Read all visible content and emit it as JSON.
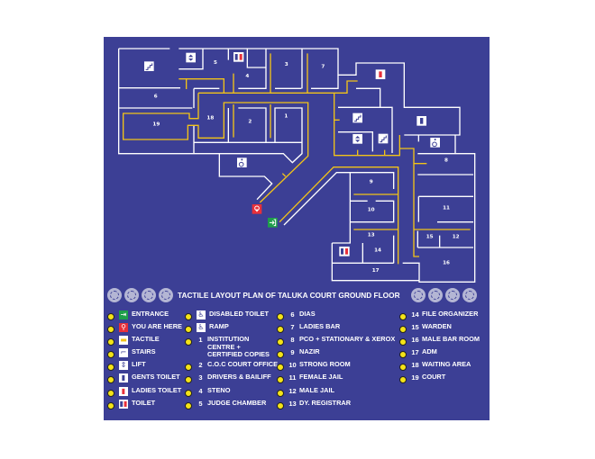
{
  "title": "TACTILE LAYOUT PLAN OF TALUKA COURT GROUND FLOOR",
  "colors": {
    "background": "#3c3f95",
    "tactile": "#f2c318",
    "wall": "#ffffff",
    "you_are_here": "#e8303a",
    "entrance": "#1e9e4a"
  },
  "map": {
    "rooms": {
      "r1": "1",
      "r2": "2",
      "r3": "3",
      "r4": "4",
      "r5": "5",
      "r6": "6",
      "r7": "7",
      "r8": "8",
      "r9": "9",
      "r10": "10",
      "r11": "11",
      "r12": "12",
      "r13": "13",
      "r14": "14",
      "r15": "15",
      "r16": "16",
      "r17": "17",
      "r18": "18",
      "r19": "19"
    },
    "icons": [
      "stairs-icon",
      "lift-icon",
      "toilet-icon",
      "ladies-toilet-icon",
      "gents-toilet-icon",
      "disabled-icon",
      "you-are-here-icon",
      "entrance-icon"
    ]
  },
  "legend": {
    "symbols": [
      {
        "label": "ENTRANCE",
        "icon": "entrance-icon"
      },
      {
        "label": "YOU ARE HERE",
        "icon": "location-pin-icon"
      },
      {
        "label": "TACTILE",
        "icon": "tactile-icon"
      },
      {
        "label": "STAIRS",
        "icon": "stairs-icon"
      },
      {
        "label": "LIFT",
        "icon": "lift-icon"
      },
      {
        "label": "GENTS TOILET",
        "icon": "gents-toilet-icon"
      },
      {
        "label": "LADIES TOILET",
        "icon": "ladies-toilet-icon"
      },
      {
        "label": "TOILET",
        "icon": "toilet-icon"
      },
      {
        "label": "DISABLED TOILET",
        "icon": "disabled-toilet-icon"
      },
      {
        "label": "RAMP",
        "icon": "ramp-icon"
      }
    ],
    "rooms": [
      {
        "num": "1",
        "label": "INSTITUTION CENTRE + CERTIFIED COPIES"
      },
      {
        "num": "2",
        "label": "C.O.C COURT OFFICE"
      },
      {
        "num": "3",
        "label": "DRIVERS & BAILIFF"
      },
      {
        "num": "4",
        "label": "STENO"
      },
      {
        "num": "5",
        "label": "JUDGE CHAMBER"
      },
      {
        "num": "6",
        "label": "DIAS"
      },
      {
        "num": "7",
        "label": "LADIES BAR"
      },
      {
        "num": "8",
        "label": "PCO + STATIONARY & XEROX"
      },
      {
        "num": "9",
        "label": "NAZIR"
      },
      {
        "num": "10",
        "label": "STRONG ROOM"
      },
      {
        "num": "11",
        "label": "FEMALE JAIL"
      },
      {
        "num": "12",
        "label": "MALE JAIL"
      },
      {
        "num": "13",
        "label": "DY. REGISTRAR"
      },
      {
        "num": "14",
        "label": "FILE ORGANIZER"
      },
      {
        "num": "15",
        "label": "WARDEN"
      },
      {
        "num": "16",
        "label": "MALE BAR ROOM"
      },
      {
        "num": "17",
        "label": "ADM"
      },
      {
        "num": "18",
        "label": "WAITING AREA"
      },
      {
        "num": "19",
        "label": "COURT"
      }
    ]
  }
}
